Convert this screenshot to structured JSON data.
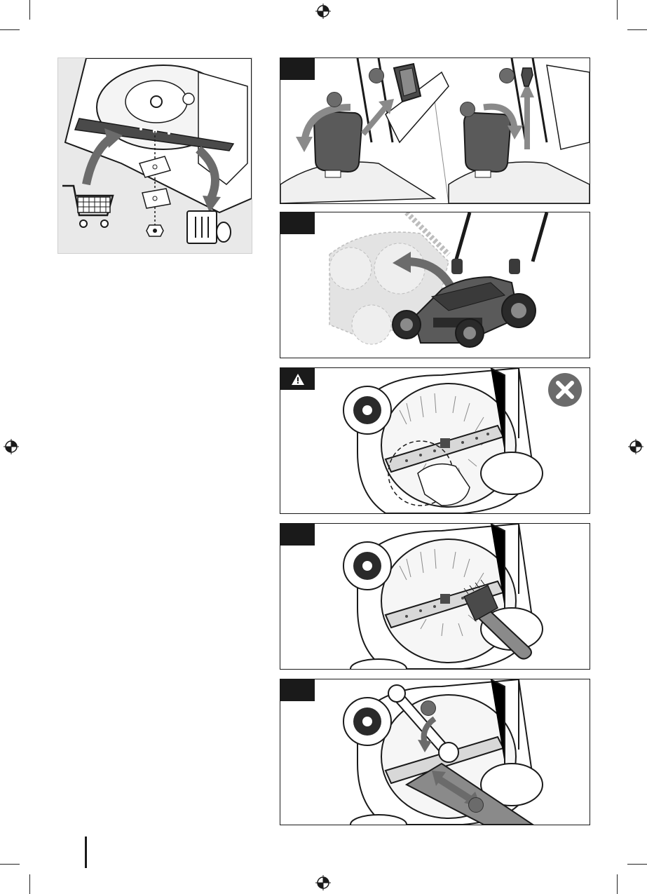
{
  "page": {
    "footer_page_number": ""
  },
  "steps": [
    {
      "id": "blade-replace",
      "tab_label": ""
    },
    {
      "id": "remove-battery",
      "tab_label": "",
      "sub_a": "",
      "sub_b": ""
    },
    {
      "id": "tilt-mower",
      "tab_label": ""
    },
    {
      "id": "warning-no-hands",
      "tab_label": ""
    },
    {
      "id": "brush-clean",
      "tab_label": ""
    },
    {
      "id": "wrench-blade",
      "tab_label": ""
    }
  ],
  "icons": {
    "registration": "crosshair-registration-icon",
    "warning": "warning-triangle-icon",
    "prohibited": "prohibited-x-icon",
    "cart": "shopping-cart-icon",
    "trash": "trash-bin-icon"
  },
  "colors": {
    "ink": "#1a1a1a",
    "grey_panel": "#e9e9e9",
    "mid_grey": "#8a8a8a",
    "dark_grey": "#4a4a4a"
  }
}
